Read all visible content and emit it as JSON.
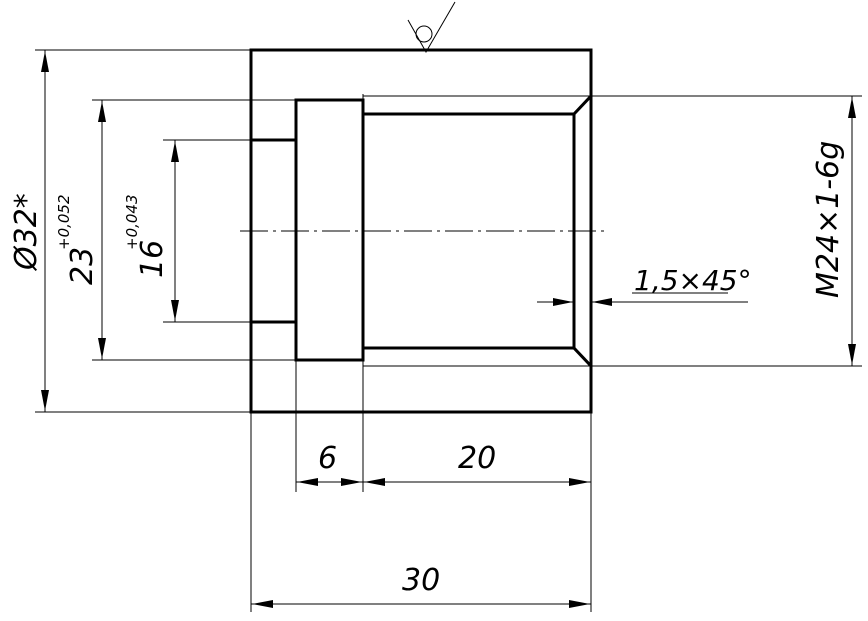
{
  "dimensions": {
    "outer_diameter": "Ø32*",
    "bore_diameter": "23",
    "bore_tolerance": "+0,052",
    "small_diameter": "16",
    "small_tolerance": "+0,043",
    "thread": "M24×1-6g",
    "chamfer": "1,5×45°",
    "bore_depth": "6",
    "thread_length": "20",
    "overall_length": "30"
  },
  "roughness_symbol": "surface-roughness-mark"
}
